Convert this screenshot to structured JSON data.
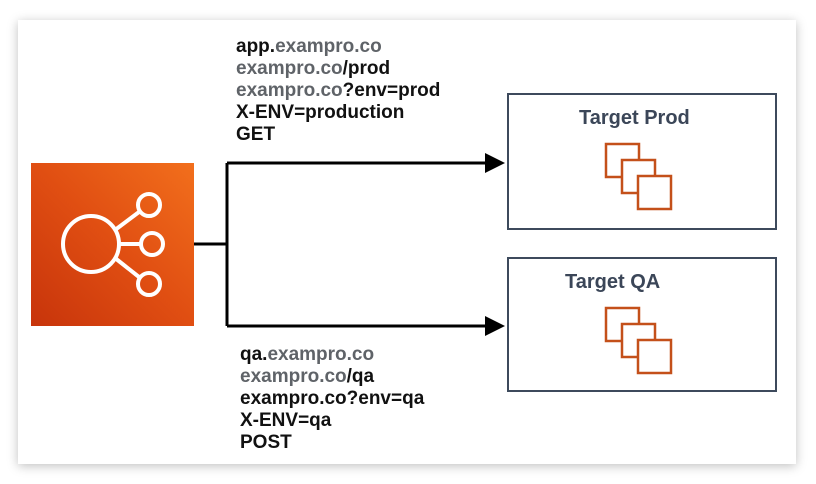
{
  "load_balancer": {
    "icon": "elastic-load-balancer-icon",
    "color": "#e04e12"
  },
  "rules": {
    "prod": [
      {
        "parts": [
          {
            "text": "app.",
            "tone": "dark"
          },
          {
            "text": "exampro.co",
            "tone": "dim"
          }
        ]
      },
      {
        "parts": [
          {
            "text": "exampro.co",
            "tone": "dim"
          },
          {
            "text": "/prod",
            "tone": "dark"
          }
        ]
      },
      {
        "parts": [
          {
            "text": "exampro.co",
            "tone": "dim"
          },
          {
            "text": "?env=prod",
            "tone": "dark"
          }
        ]
      },
      {
        "parts": [
          {
            "text": "X-ENV=production",
            "tone": "dark"
          }
        ]
      },
      {
        "parts": [
          {
            "text": "GET",
            "tone": "dark"
          }
        ]
      }
    ],
    "qa": [
      {
        "parts": [
          {
            "text": "qa.",
            "tone": "dark"
          },
          {
            "text": "exampro.co",
            "tone": "dim"
          }
        ]
      },
      {
        "parts": [
          {
            "text": "exampro.co",
            "tone": "dim"
          },
          {
            "text": "/qa",
            "tone": "dark"
          }
        ]
      },
      {
        "parts": [
          {
            "text": "exampro.co?env=qa",
            "tone": "dark"
          }
        ]
      },
      {
        "parts": [
          {
            "text": "X-ENV=qa",
            "tone": "dark"
          }
        ]
      },
      {
        "parts": [
          {
            "text": "POST",
            "tone": "dark"
          }
        ]
      }
    ]
  },
  "targets": {
    "prod": {
      "title": "Target Prod",
      "icon": "instances-icon"
    },
    "qa": {
      "title": "Target QA",
      "icon": "instances-icon"
    }
  },
  "colors": {
    "box_border": "#3d4a5c",
    "instance_stroke": "#c4501a",
    "connector": "#000000"
  }
}
